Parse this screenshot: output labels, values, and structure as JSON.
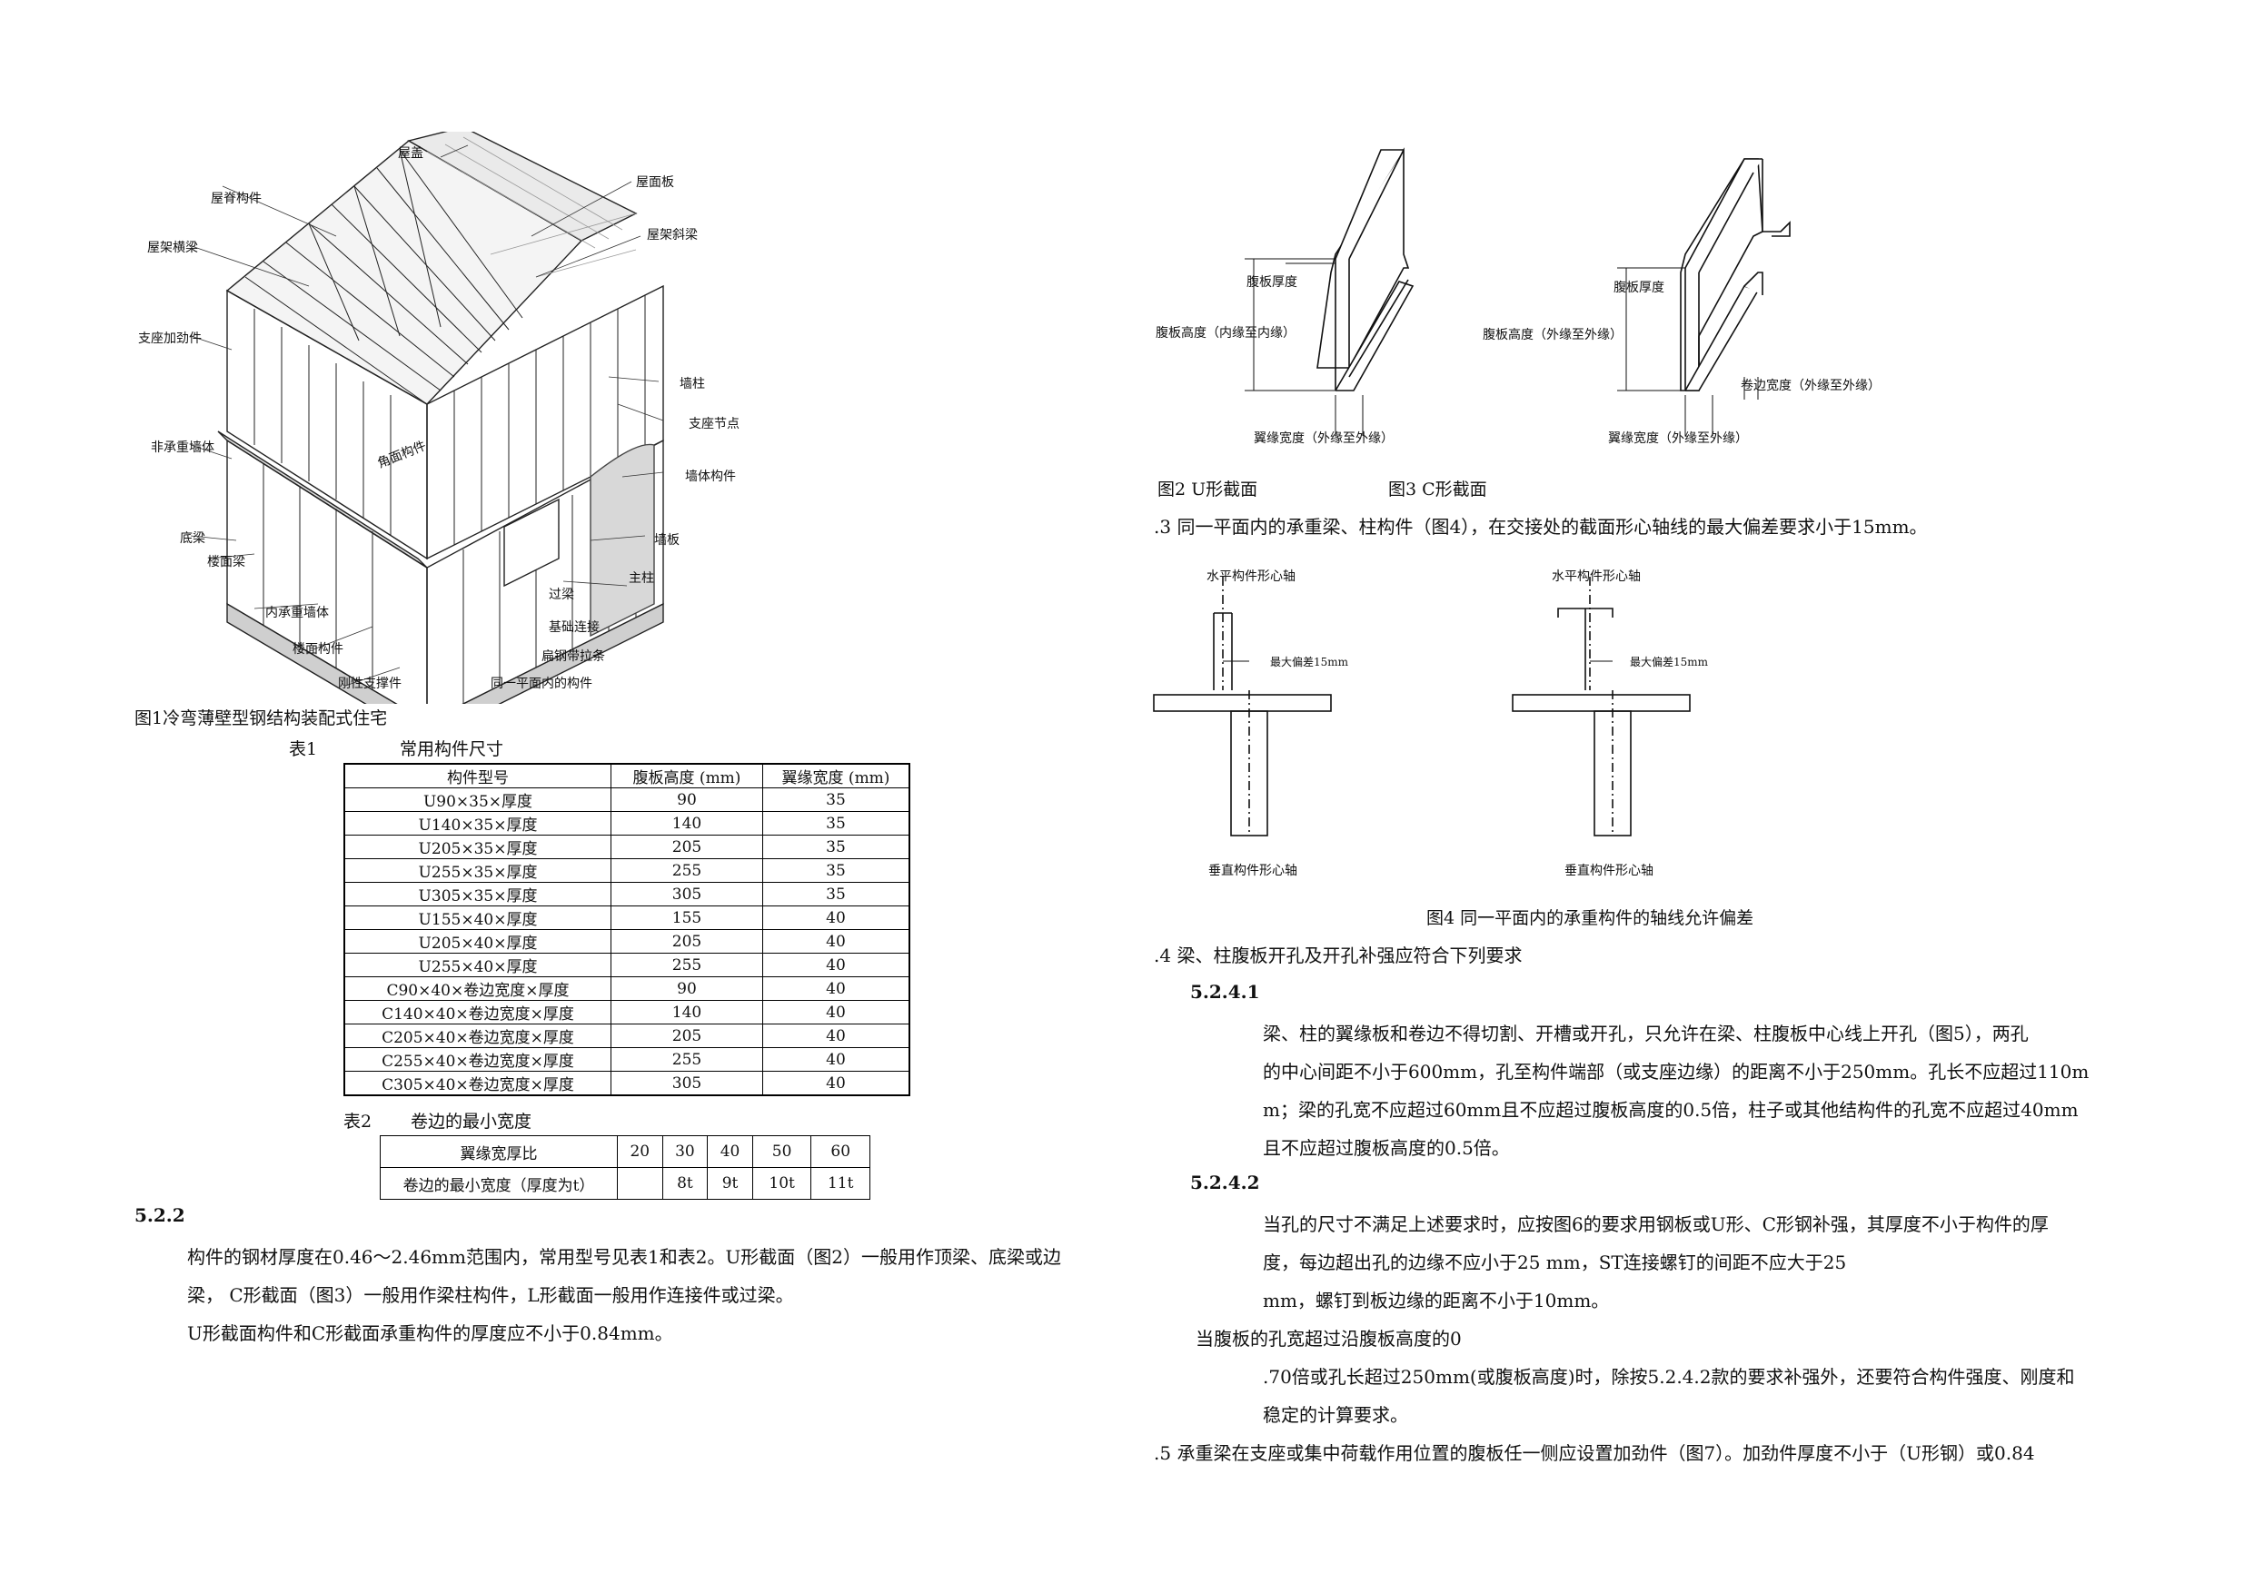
{
  "fig1": {
    "labels": [
      "屋盖",
      "屋脊构件",
      "屋面板",
      "屋架横梁",
      "屋架斜梁",
      "支座加劲件",
      "墙柱",
      "支座节点",
      "非承重墙体",
      "角面构件",
      "墙体构件",
      "底梁",
      "墙板",
      "楼面梁",
      "主柱",
      "内承重墙体",
      "过梁",
      "基础连接",
      "楼面构件",
      "扁钢带拉条",
      "刚性支撑件",
      "同一平面内的构件"
    ],
    "caption": "图1冷弯薄壁型钢结构装配式住宅"
  },
  "table1": {
    "label": "表1",
    "title": "常用构件尺寸",
    "headers": [
      "构件型号",
      "腹板高度 (mm)",
      "翼缘宽度 (mm)"
    ],
    "rows": [
      [
        "U90×35×厚度",
        "90",
        "35"
      ],
      [
        "U140×35×厚度",
        "140",
        "35"
      ],
      [
        "U205×35×厚度",
        "205",
        "35"
      ],
      [
        "U255×35×厚度",
        "255",
        "35"
      ],
      [
        "U305×35×厚度",
        "305",
        "35"
      ],
      [
        "U155×40×厚度",
        "155",
        "40"
      ],
      [
        "U205×40×厚度",
        "205",
        "40"
      ],
      [
        "U255×40×厚度",
        "255",
        "40"
      ],
      [
        "C90×40×卷边宽度×厚度",
        "90",
        "40"
      ],
      [
        "C140×40×卷边宽度×厚度",
        "140",
        "40"
      ],
      [
        "C205×40×卷边宽度×厚度",
        "205",
        "40"
      ],
      [
        "C255×40×卷边宽度×厚度",
        "255",
        "40"
      ],
      [
        "C305×40×卷边宽度×厚度",
        "305",
        "40"
      ]
    ]
  },
  "table2": {
    "label": "表2",
    "title": "卷边的最小宽度",
    "row1": [
      "翼缘宽厚比",
      "20",
      "30",
      "40",
      "50",
      "60"
    ],
    "row2": [
      "卷边的最小宽度（厚度为t）",
      "",
      "8t",
      "9t",
      "10t",
      "11t"
    ]
  },
  "section522": {
    "heading": "5.2.2",
    "line1": "构件的钢材厚度在0.46～2.46mm范围内，常用型号见表1和表2。U形截面（图2）一般用作顶梁、底梁或边",
    "line2": "梁， C形截面（图3）一般用作梁柱构件，L形截面一般用作连接件或过梁。",
    "line3": "U形截面构件和C形截面承重构件的厚度应不小于0.84mm。"
  },
  "fig2": {
    "web_thickness": "腹板厚度",
    "web_height": "腹板高度（内缘至内缘）",
    "flange_width": "翼缘宽度（外缘至外缘）",
    "caption": "图2 U形截面"
  },
  "fig3": {
    "web_thickness": "腹板厚度",
    "web_height": "腹板高度（外缘至外缘）",
    "lip_width": "卷边宽度（外缘至外缘）",
    "flange_width": "翼缘宽度（外缘至外缘）",
    "caption": "图3 C形截面"
  },
  "item3": ".3 同一平面内的承重梁、柱构件（图4），在交接处的截面形心轴线的最大偏差要求小于15mm。",
  "fig4": {
    "h_axis": "水平构件形心轴",
    "max_dev": "最大偏差15mm",
    "v_axis": "垂直构件形心轴",
    "caption": "图4 同一平面内的承重构件的轴线允许偏差"
  },
  "item4": ".4 梁、柱腹板开孔及开孔补强应符合下列要求",
  "s5241": {
    "heading": "5.2.4.1",
    "l1": "梁、柱的翼缘板和卷边不得切割、开槽或开孔，只允许在梁、柱腹板中心线上开孔（图5），两孔",
    "l2": "的中心间距不小于600mm，孔至构件端部（或支座边缘）的距离不小于250mm。孔长不应超过110m",
    "l3": "m；梁的孔宽不应超过60mm且不应超过腹板高度的0.5倍，柱子或其他结构件的孔宽不应超过40mm",
    "l4": "且不应超过腹板高度的0.5倍。"
  },
  "s5242": {
    "heading": "5.2.4.2",
    "l1": "当孔的尺寸不满足上述要求时，应按图6的要求用钢板或U形、C形钢补强，其厚度不小于构件的厚",
    "l2": "度，每边超出孔的边缘不应小于25 mm，ST连接螺钉的间距不应大于25",
    "l3": "mm，螺钉到板边缘的距离不小于10mm。",
    "l4": "当腹板的孔宽超过沿腹板高度的0",
    "l5": ".70倍或孔长超过250mm(或腹板高度)时，除按5.2.4.2款的要求补强外，还要符合构件强度、刚度和",
    "l6": "稳定的计算要求。"
  },
  "item5": ".5 承重梁在支座或集中荷载作用位置的腹板任一侧应设置加劲件（图7）。加劲件厚度不小于（U形钢）或0.84"
}
